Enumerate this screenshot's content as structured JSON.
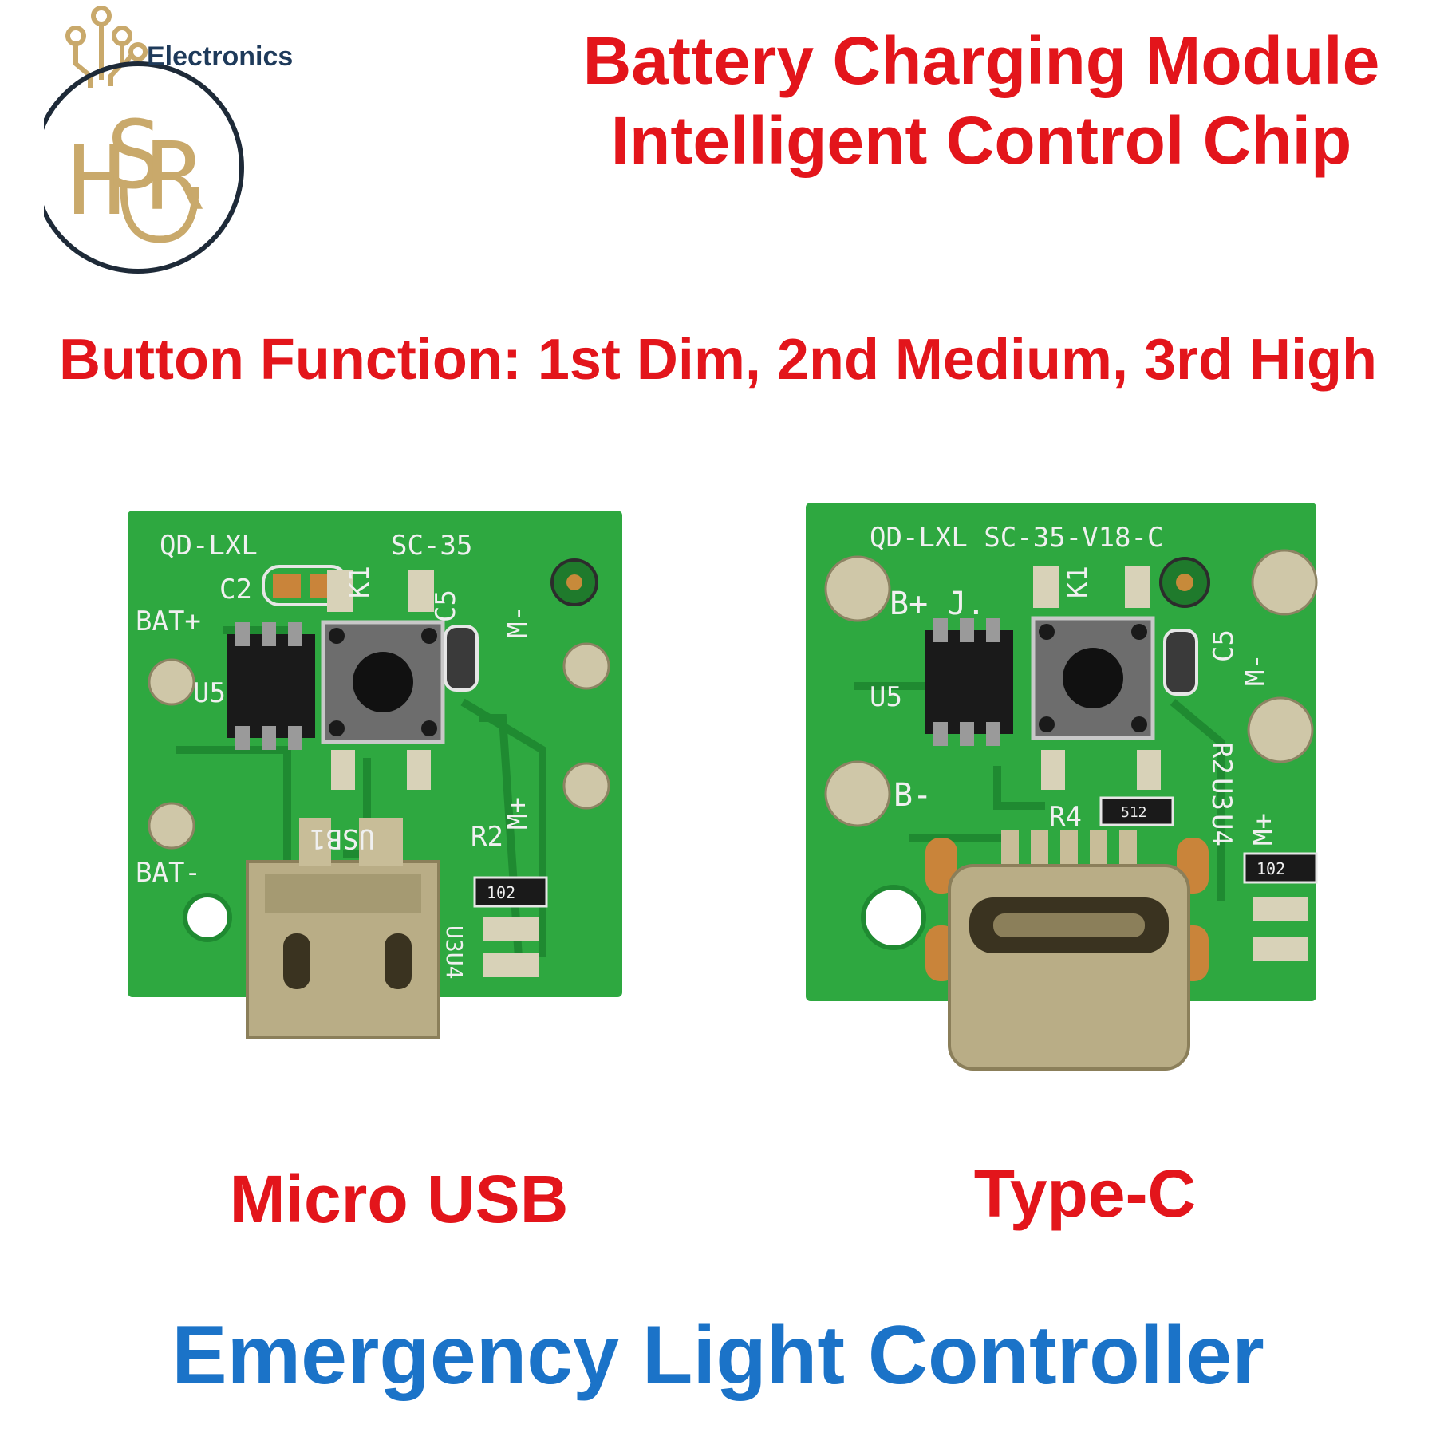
{
  "brand": {
    "name": "Electronics",
    "monogram": "HSUR"
  },
  "header": {
    "title_line1": "Battery Charging Module",
    "title_line2": "Intelligent Control Chip"
  },
  "button_function": "Button Function: 1st Dim, 2nd Medium, 3rd High",
  "modules": [
    {
      "label": "Micro USB",
      "silkscreen": {
        "maker": "QD-LXL",
        "model": "SC-35",
        "c2": "C2",
        "k1": "K1",
        "c5": "C5",
        "bat_plus": "BAT+",
        "bat_minus": "BAT-",
        "m_minus": "M-",
        "m_plus": "M+",
        "u5": "U5",
        "usb1": "USB1",
        "r2": "R2",
        "u3u4": "U3U4",
        "resistor_code": "102"
      }
    },
    {
      "label": "Type-C",
      "silkscreen": {
        "maker_model": "QD-LXL SC-35-V18-C",
        "b_plus": "B+ J.",
        "k1": "K1",
        "c5": "C5",
        "m_minus": "M-",
        "u5": "U5",
        "b_minus": "B-",
        "r2": "R2",
        "u3": "U3",
        "u4": "U4",
        "m_plus": "M+",
        "r4": "R4",
        "r4_code": "512",
        "resistor_code": "102"
      }
    }
  ],
  "footer": {
    "title": "Emergency Light Controller"
  },
  "colors": {
    "headline_red": "#e3151b",
    "footer_blue": "#1b73c8",
    "pcb_green": "#2ea840",
    "gold": "#c9a96b"
  }
}
